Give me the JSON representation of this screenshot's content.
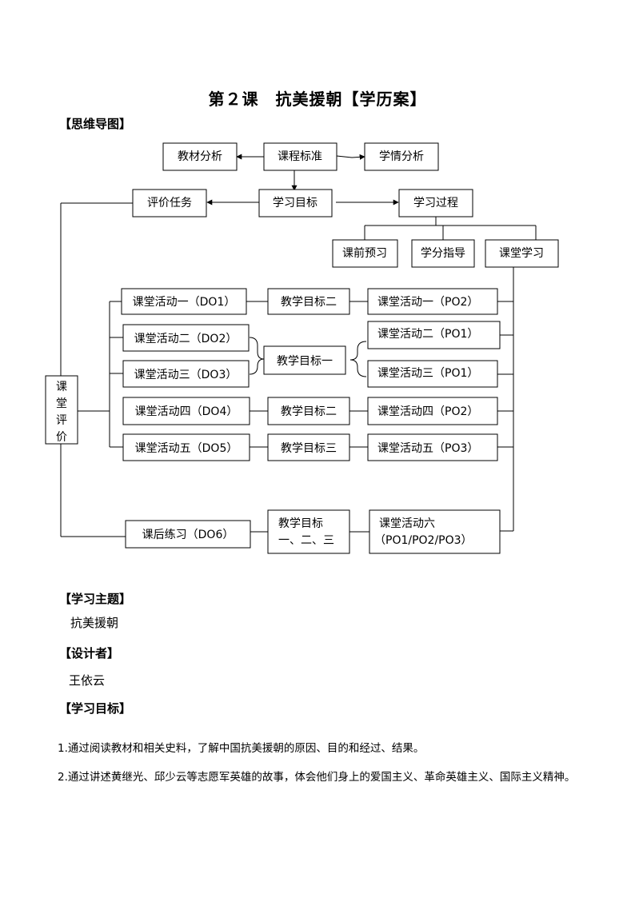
{
  "page_title": "第２课　抗美援朝【学历案】",
  "mindmap": {
    "heading": "【思维导图】",
    "top": {
      "textbook": "教材分析",
      "standard": "课程标准",
      "learner": "学情分析",
      "evaluation_task": "评价任务",
      "learning_goal": "学习目标",
      "learning_process": "学习过程",
      "preview": "课前预习",
      "guidance": "学分指导",
      "classroom_learning": "课堂学习",
      "class_eval": "课堂评价"
    },
    "left": [
      "课堂活动一（DO1）",
      "课堂活动二（DO2）",
      "课堂活动三（DO3）",
      "课堂活动四（DO4）",
      "课堂活动五（DO5）",
      "课后练习（DO6）"
    ],
    "middle": [
      "教学目标二",
      "教学目标一",
      "教学目标二",
      "教学目标三"
    ],
    "middle_last": [
      "教学目标",
      "一、二、三"
    ],
    "right": [
      "课堂活动一（PO2）",
      "课堂活动二（PO1）",
      "课堂活动三（PO1）",
      "课堂活动四（PO2）",
      "课堂活动五（PO3）"
    ],
    "right_last": [
      "课堂活动六",
      "（PO1/PO2/PO3）"
    ]
  },
  "topic": {
    "heading": "【学习主题】",
    "value": "抗美援朝"
  },
  "designer": {
    "heading": "【设计者】",
    "value": "王依云"
  },
  "objectives": {
    "heading": "【学习目标】",
    "items": [
      "1.通过阅读教材和相关史料，了解中国抗美援朝的原因、目的和经过、结果。",
      "2.通过讲述黄继光、邱少云等志愿军英雄的故事，体会他们身上的爱国主义、革命英雄主义、国际主义精神。"
    ]
  }
}
